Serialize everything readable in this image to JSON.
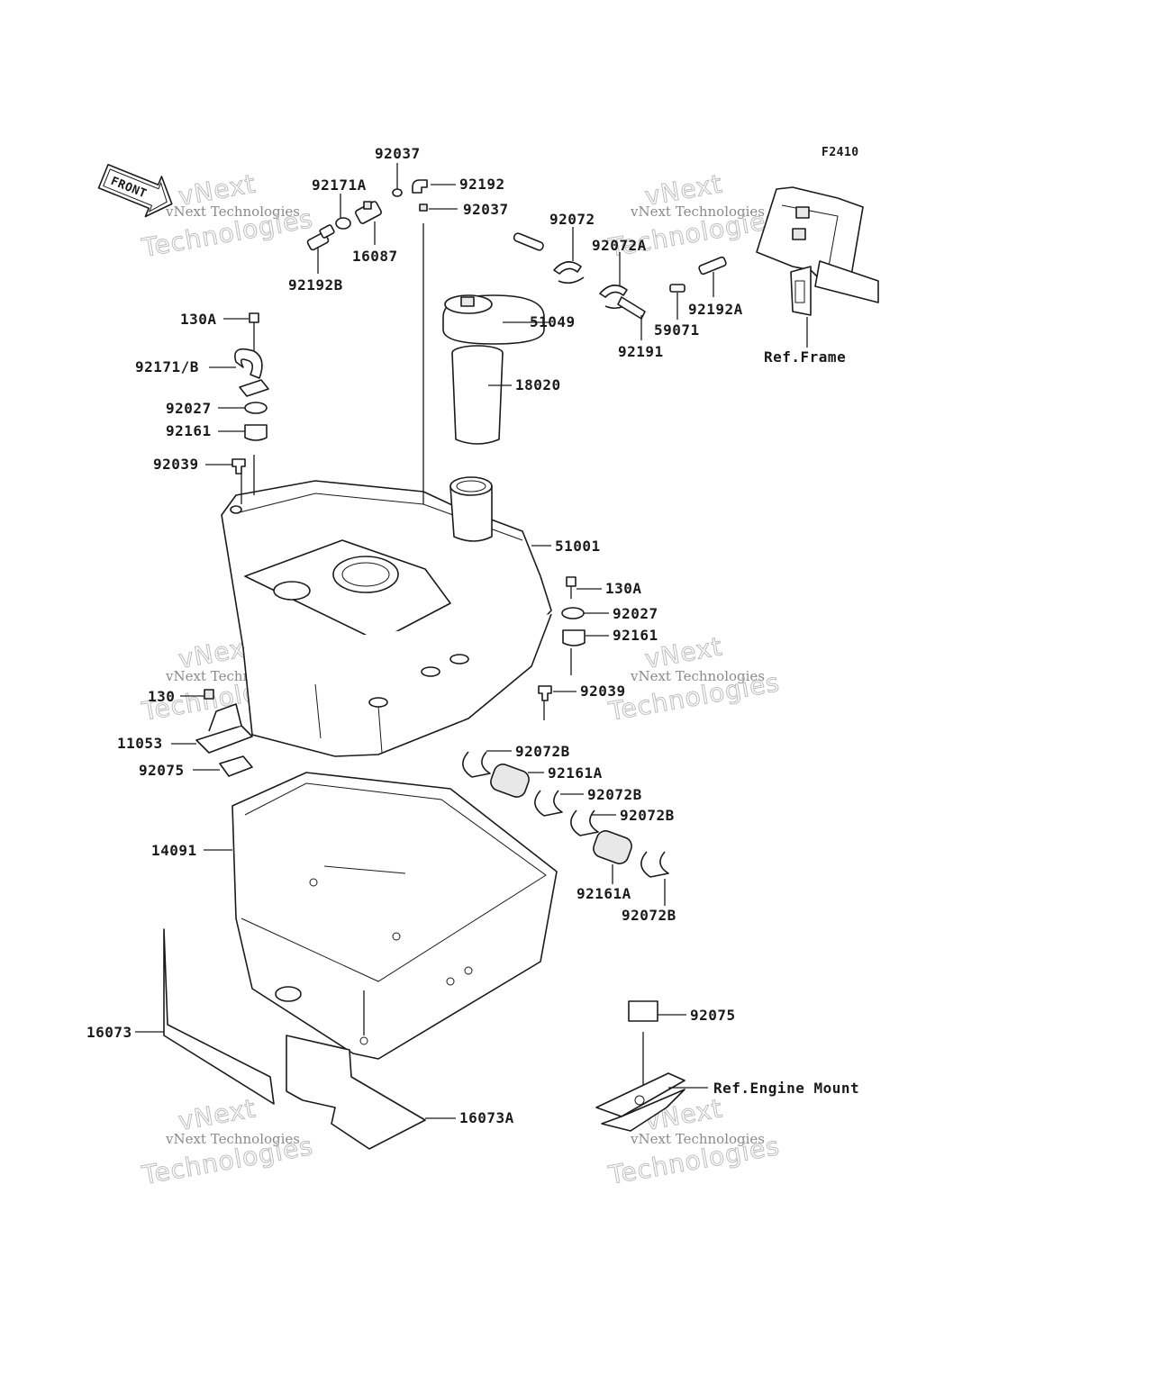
{
  "figure_code": "F2410",
  "front_label": "FRONT",
  "watermark": {
    "line1": "vNext",
    "line2": "vNext Technologies",
    "line3": "Technologies"
  },
  "labels": {
    "p92037_top": "92037",
    "p92192": "92192",
    "p92037_b": "92037",
    "p92171A": "92171A",
    "p16087": "16087",
    "p92192B": "92192B",
    "p92072": "92072",
    "p92072A": "92072A",
    "p92192A": "92192A",
    "p59071": "59071",
    "p92191": "92191",
    "ref_frame": "Ref.Frame",
    "p130A_top": "130A",
    "p51049": "51049",
    "p92171B": "92171/B",
    "p18020": "18020",
    "p92027_l": "92027",
    "p92161_l": "92161",
    "p92039_l": "92039",
    "p51001": "51001",
    "p130A_r": "130A",
    "p92027_r": "92027",
    "p92161_r": "92161",
    "p92039_r": "92039",
    "p130": "130",
    "p11053": "11053",
    "p92075_l": "92075",
    "p92072B_1": "92072B",
    "p92161A_1": "92161A",
    "p92072B_2": "92072B",
    "p92072B_3": "92072B",
    "p92161A_2": "92161A",
    "p92072B_4": "92072B",
    "p14091": "14091",
    "p16073": "16073",
    "p16073A": "16073A",
    "p92075_r": "92075",
    "ref_engine": "Ref.Engine Mount"
  }
}
